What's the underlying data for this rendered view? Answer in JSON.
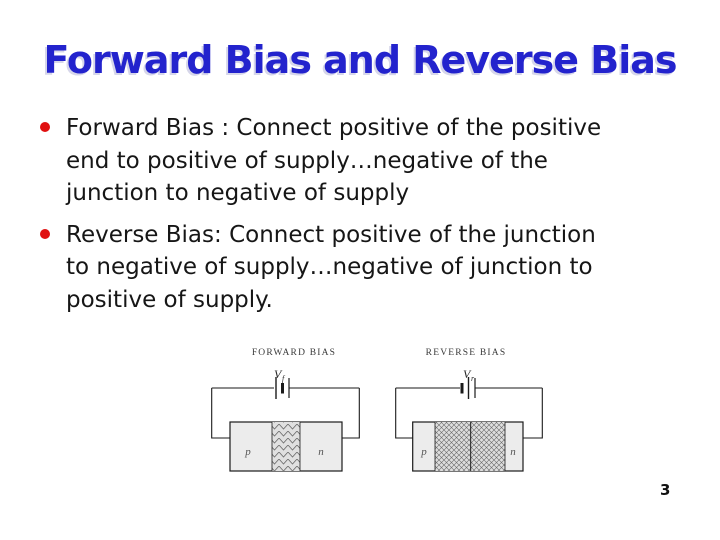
{
  "title": "Forward Bias and Reverse Bias",
  "page_number": "3",
  "colors": {
    "title_blue": "#2323cd",
    "bullet_red": "#e01010",
    "body_text": "#161616",
    "box_fill": "#ececec",
    "depletion_fill": "#e0e0e0"
  },
  "bullets": [
    {
      "lines": [
        "Forward Bias : Connect positive of the positive",
        "end to positive of supply…negative of the",
        "junction to negative of supply"
      ]
    },
    {
      "lines": [
        "Reverse Bias: Connect positive of the junction",
        "to negative of supply…negative of junction to",
        "positive of supply."
      ]
    }
  ],
  "diagrams": {
    "forward": {
      "title": "FORWARD BIAS",
      "v_label": "V",
      "v_sub": "f",
      "p_label": "p",
      "n_label": "n"
    },
    "reverse": {
      "title": "REVERSE BIAS",
      "v_label": "V",
      "v_sub": "r",
      "p_label": "p",
      "n_label": "n"
    }
  }
}
